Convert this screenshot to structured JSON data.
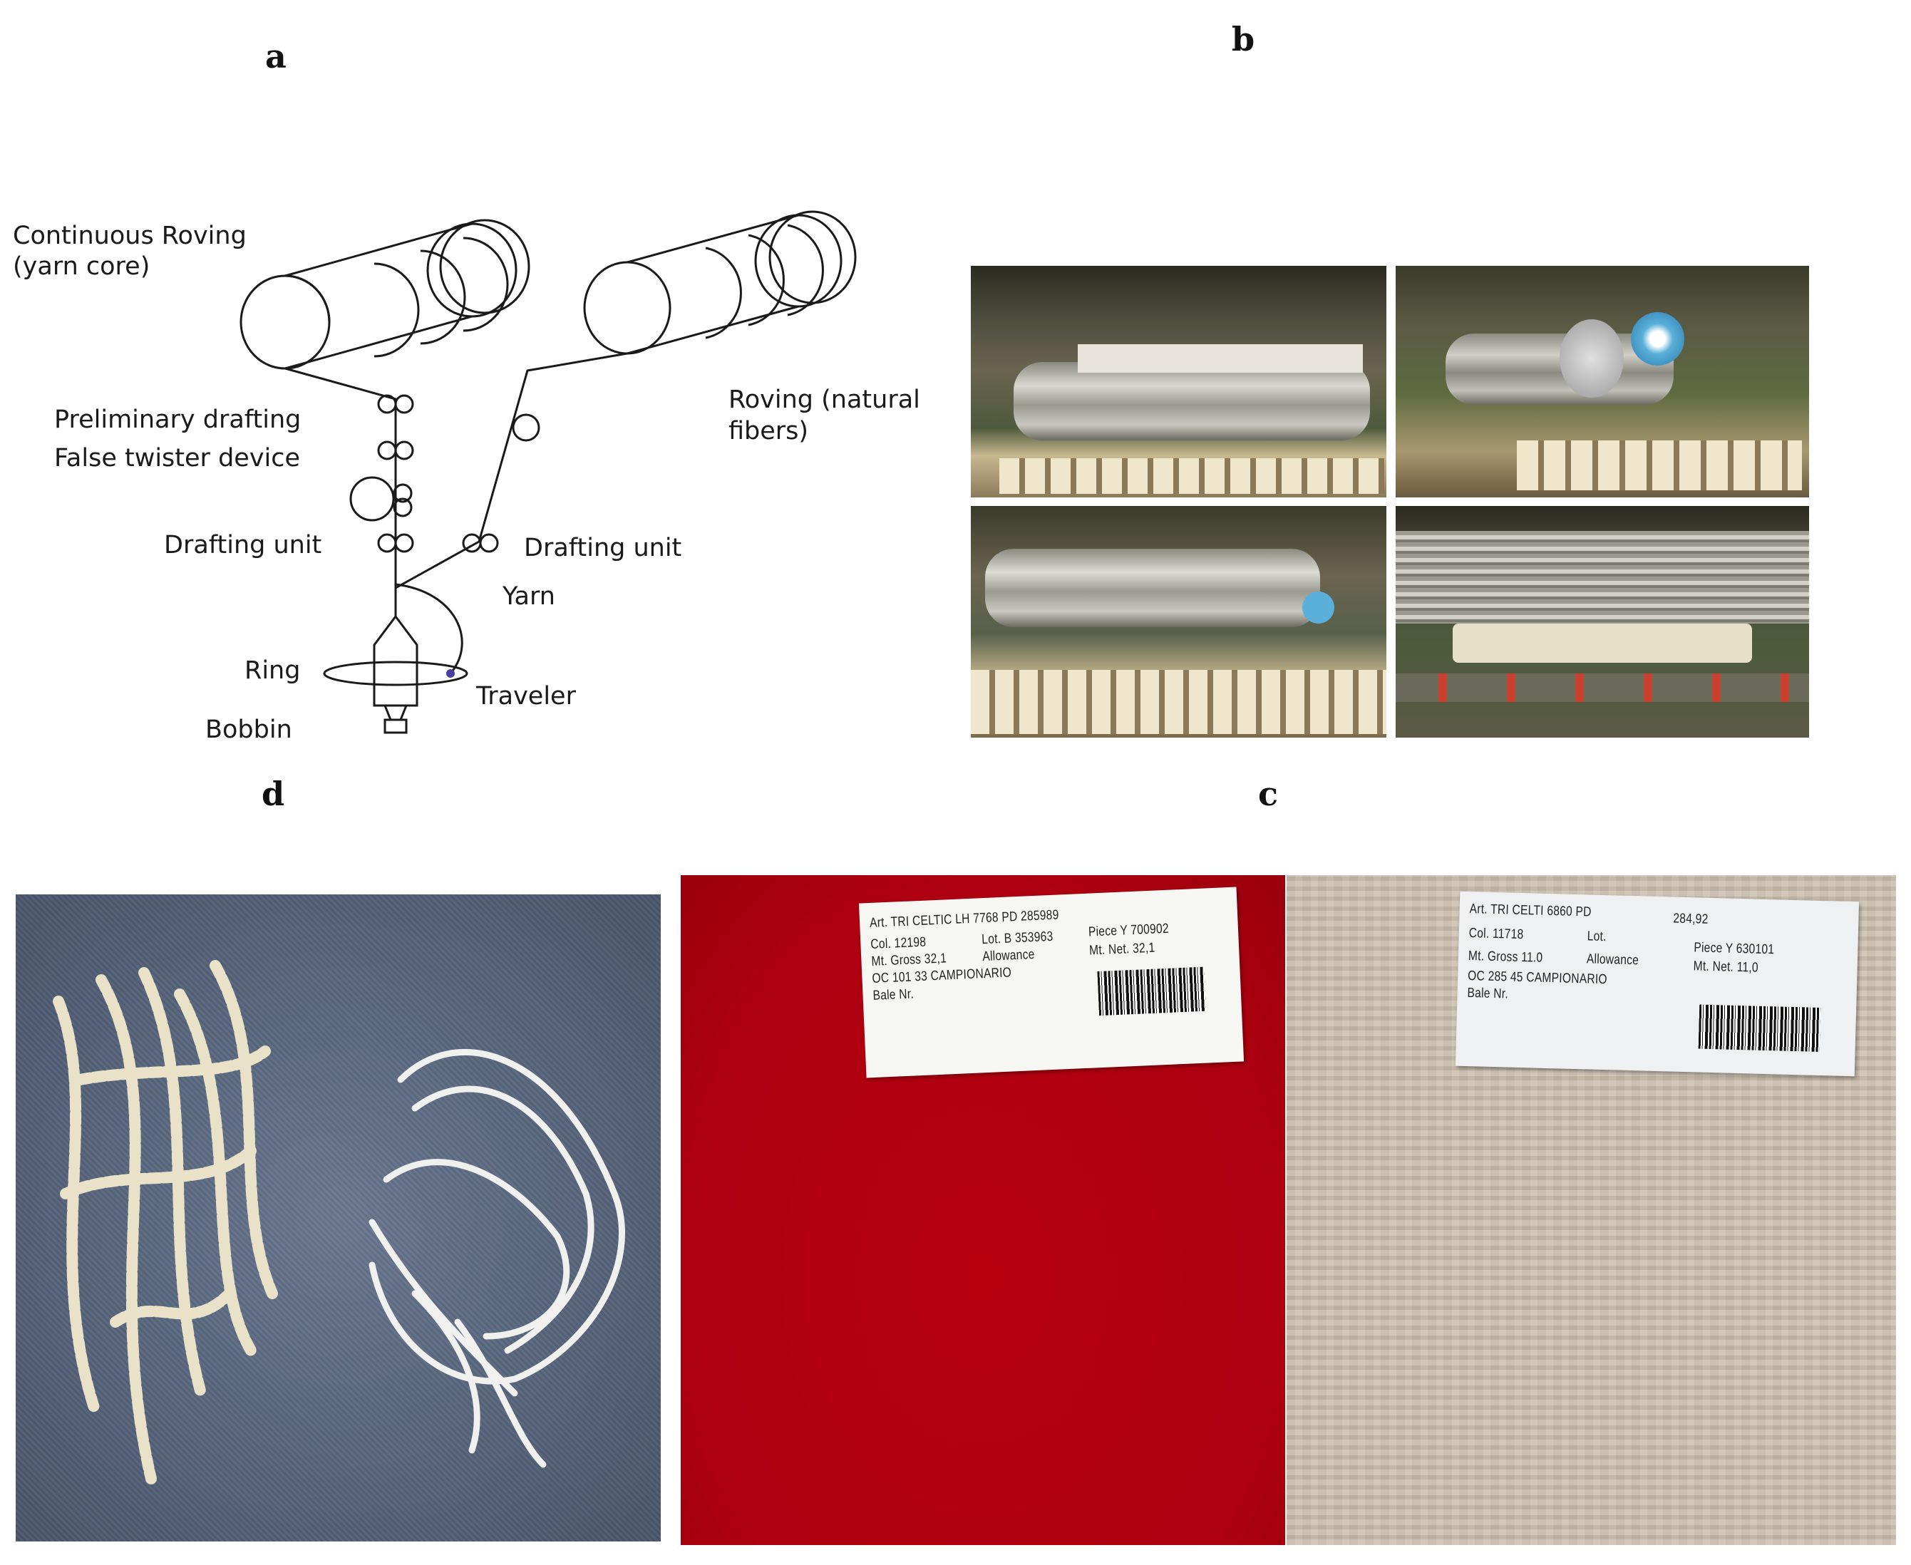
{
  "panels": {
    "a": "a",
    "b": "b",
    "c": "c",
    "d": "d"
  },
  "diagram": {
    "continuous_roving": "Continuous Roving",
    "yarn_core": "(yarn core)",
    "preliminary_drafting": "Preliminary drafting",
    "false_twister": "False twister device",
    "drafting_unit_left": "Drafting unit",
    "drafting_unit_right": "Drafting unit",
    "roving_natural_1": "Roving (natural",
    "roving_natural_2": "fibers)",
    "yarn": "Yarn",
    "ring": "Ring",
    "traveler": "Traveler",
    "bobbin": "Bobbin"
  },
  "label_red": {
    "line1": "Art. TRI CELTIC LH 7768 PD   285989",
    "col": "Col. 12198",
    "lot": "Lot. B 353963",
    "piece": "Piece Y 700902",
    "gross": "Mt. Gross  32,1",
    "allowance": "Allowance",
    "net": "Mt. Net.   32,1",
    "oc": "OC   101 33  CAMPIONARIO",
    "bale": "Bale Nr."
  },
  "label_beige": {
    "line1": "Art. TRI CELTI  6860 PD",
    "code": "284,92",
    "col": "Col. 11718",
    "lot": "Lot.",
    "piece": "Piece Y 630101",
    "gross": "Mt. Gross  11.0",
    "allowance": "Allowance",
    "net": "Mt. Net.   11,0",
    "oc": "OC   285 45  CAMPIONARIO",
    "bale": "Bale Nr."
  },
  "colors": {
    "red_fabric": "#b5000f",
    "beige_fabric": "#cbbfae",
    "carpet": "#5b6a80",
    "machine_green": "#4a5a3a"
  }
}
